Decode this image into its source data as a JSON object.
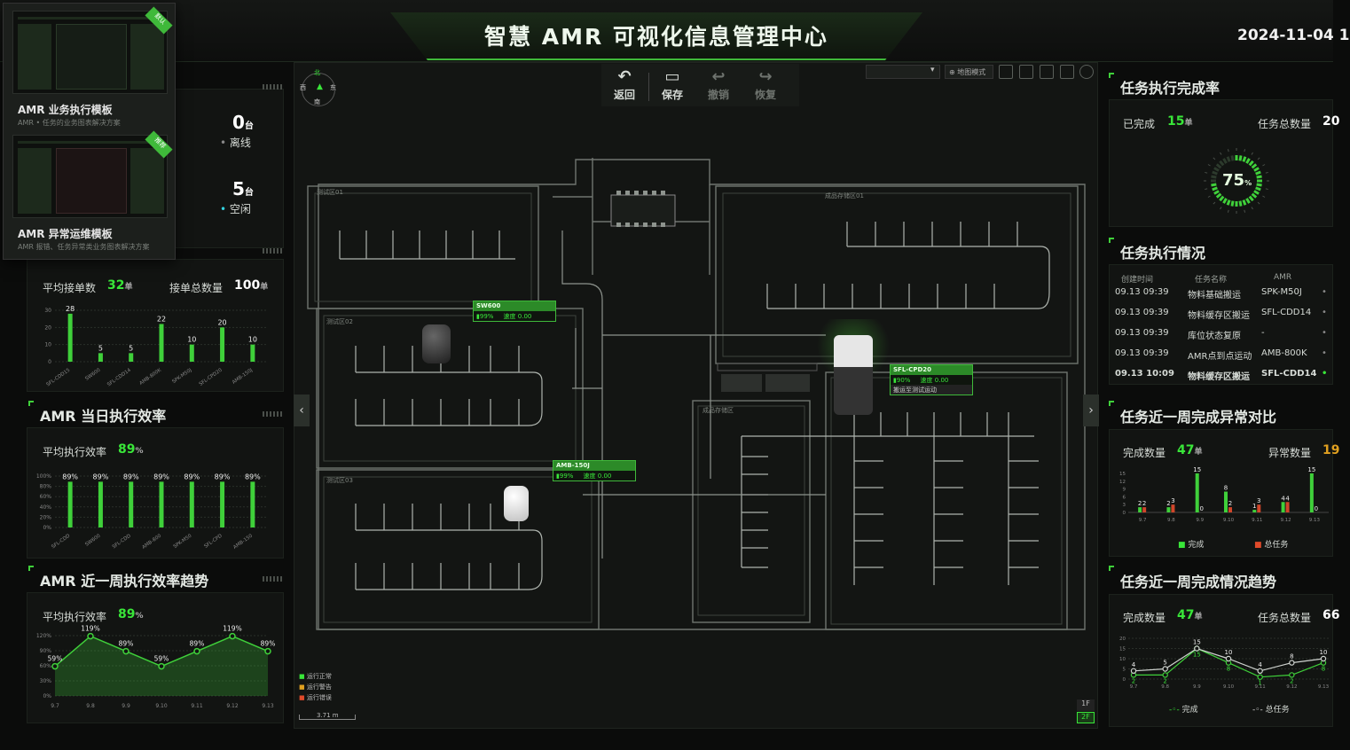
{
  "header": {
    "title": "智慧 AMR 可视化信息管理中心",
    "datetime": "2024-11-04 1"
  },
  "templates": [
    {
      "name": "AMR 业务执行模板",
      "desc": "AMR • 任务的业务图表解决方案",
      "tag": "默认"
    },
    {
      "name": "AMR 异常运维模板",
      "desc": "AMR 报错、任务异常类业务图表解决方案",
      "tag": "推荐"
    }
  ],
  "status": {
    "offline": {
      "count": "0",
      "unit": "台",
      "label": "离线"
    },
    "idle": {
      "count": "5",
      "unit": "台",
      "label": "空闲"
    }
  },
  "orders_panel": {
    "avg_label": "平均接单数",
    "avg_value": "32",
    "avg_unit": "单",
    "total_label": "接单总数量",
    "total_value": "100",
    "total_unit": "单"
  },
  "efficiency_panel": {
    "title": "AMR 当日执行效率",
    "avg_label": "平均执行效率",
    "avg_value": "89",
    "avg_unit": "%"
  },
  "trend_panel": {
    "title": "AMR 近一周执行效率趋势",
    "avg_label": "平均执行效率",
    "avg_value": "89",
    "avg_unit": "%"
  },
  "toolbar": {
    "back": "返回",
    "save": "保存",
    "undo": "撤销",
    "redo": "恢复"
  },
  "map": {
    "compass": {
      "n": "北",
      "s": "南",
      "w": "西",
      "e": "东"
    },
    "mode_label": "地图模式",
    "zones": [
      "测试区01",
      "测试区02",
      "测试区03",
      "成品存储区01",
      "成品存储区"
    ],
    "robots": [
      {
        "name": "SW600",
        "battery": "99",
        "speed": "0.00"
      },
      {
        "name": "AMB-150J",
        "battery": "99",
        "speed": "0.00"
      },
      {
        "name": "SFL-CPD20",
        "battery": "90",
        "speed": "0.00",
        "task": "搬运至测试运动"
      }
    ],
    "legend": [
      "运行正常",
      "运行警告",
      "运行错误"
    ],
    "scale": "3.71 m",
    "floors": [
      "1F",
      "2F"
    ]
  },
  "completion_panel": {
    "title": "任务执行完成率",
    "done_label": "已完成",
    "done_value": "15",
    "done_unit": "单",
    "total_label": "任务总数量",
    "total_value": "20",
    "rate": "75",
    "rate_unit": "%"
  },
  "task_panel": {
    "title": "任务执行情况",
    "headers": [
      "创建时间",
      "任务名称",
      "AMR"
    ],
    "rows": [
      [
        "09.13 09:39",
        "物料基础搬运",
        "SPK-M50J"
      ],
      [
        "09.13 09:39",
        "物料缓存区搬运",
        "SFL-CDD14"
      ],
      [
        "09.13 09:39",
        "库位状态复原",
        "-"
      ],
      [
        "09.13 09:39",
        "AMR点到点运动",
        "AMB-800K"
      ],
      [
        "09.13 10:09",
        "物料缓存区搬运",
        "SFL-CDD14"
      ]
    ]
  },
  "anomaly_panel": {
    "title": "任务近一周完成异常对比",
    "done_label": "完成数量",
    "done_value": "47",
    "done_unit": "单",
    "err_label": "异常数量",
    "err_value": "19",
    "legend_done": "完成",
    "legend_total": "总任务"
  },
  "week_trend_panel": {
    "title": "任务近一周完成情况趋势",
    "done_label": "完成数量",
    "done_value": "47",
    "done_unit": "单",
    "total_label": "任务总数量",
    "total_value": "66",
    "legend_done": "完成",
    "legend_total": "总任务"
  },
  "chart_data": [
    {
      "type": "bar",
      "categories": [
        "SFL-CDD15",
        "SW600",
        "SFL-CDD14",
        "AMB-800K",
        "SPK-M50J",
        "SFL-CPD20",
        "AMB-150J"
      ],
      "values": [
        28,
        5,
        5,
        22,
        10,
        20,
        10
      ],
      "ylim": [
        0,
        30
      ],
      "yticks": [
        0,
        10,
        20,
        30
      ]
    },
    {
      "type": "bar",
      "categories": [
        "SFL-CDD",
        "SW600",
        "SFL-CDD",
        "AMB-800",
        "SPK-M50",
        "SFL-CPD",
        "AMB-150"
      ],
      "values": [
        89,
        89,
        89,
        89,
        89,
        89,
        89
      ],
      "value_suffix": "%",
      "ylim": [
        0,
        100
      ],
      "yticks": [
        "0%",
        "20%",
        "40%",
        "60%",
        "80%",
        "100%"
      ]
    },
    {
      "type": "area",
      "categories": [
        "9.7",
        "9.8",
        "9.9",
        "9.10",
        "9.11",
        "9.12",
        "9.13"
      ],
      "values": [
        59,
        119,
        89,
        59,
        89,
        119,
        89
      ],
      "value_suffix": "%",
      "ylim": [
        0,
        120
      ],
      "yticks": [
        "0%",
        "30%",
        "60%",
        "90%",
        "120%"
      ]
    },
    {
      "type": "bar",
      "categories": [
        "9.7",
        "9.8",
        "9.9",
        "9.10",
        "9.11",
        "9.12",
        "9.13"
      ],
      "series": [
        {
          "name": "完成",
          "values": [
            2,
            2,
            15,
            8,
            1,
            4,
            15
          ]
        },
        {
          "name": "总任务",
          "values": [
            2,
            3,
            0,
            2,
            3,
            4,
            0
          ]
        }
      ],
      "ylim": [
        0,
        15
      ],
      "yticks": [
        0,
        3,
        6,
        9,
        12,
        15
      ]
    },
    {
      "type": "line",
      "categories": [
        "9.7",
        "9.8",
        "9.9",
        "9.10",
        "9.11",
        "9.12",
        "9.13"
      ],
      "series": [
        {
          "name": "完成",
          "values": [
            2,
            2,
            15,
            8,
            1,
            2,
            8
          ]
        },
        {
          "name": "总任务",
          "values": [
            4,
            5,
            15,
            10,
            4,
            8,
            10
          ]
        }
      ],
      "ylim": [
        0,
        20
      ],
      "yticks": [
        0,
        5,
        10,
        15,
        20
      ]
    }
  ]
}
